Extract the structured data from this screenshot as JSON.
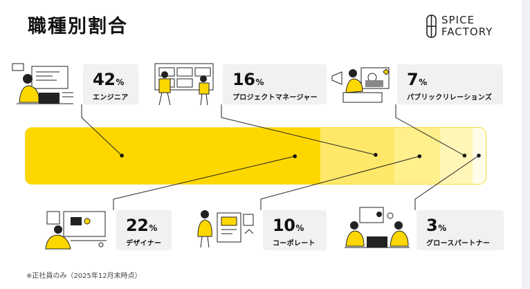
{
  "title": "職種別割合",
  "logo": {
    "line1": "SPICE",
    "line2": "FACTORY"
  },
  "unit": "%",
  "footnote": "※正社員のみ（2025年12月末時点）",
  "colors": {
    "accent": "#FFD700",
    "bar_border": "#F5D93A",
    "card_bg": "#F1F1F1"
  },
  "chart_data": {
    "type": "bar",
    "orientation": "horizontal-stacked",
    "unit": "%",
    "categories": [
      "エンジニア",
      "デザイナー",
      "プロジェクトマネージャー",
      "コーポレート",
      "パブリックリレーションズ",
      "グロースパートナー"
    ],
    "values": [
      42,
      22,
      16,
      10,
      7,
      3
    ],
    "colors": [
      "#FFD700",
      "#FFD700",
      "#FFE869",
      "#FFF08C",
      "#FFF6B8",
      "#FFFCE8"
    ],
    "xlim": [
      0,
      100
    ],
    "grid": false,
    "legend": "none"
  }
}
